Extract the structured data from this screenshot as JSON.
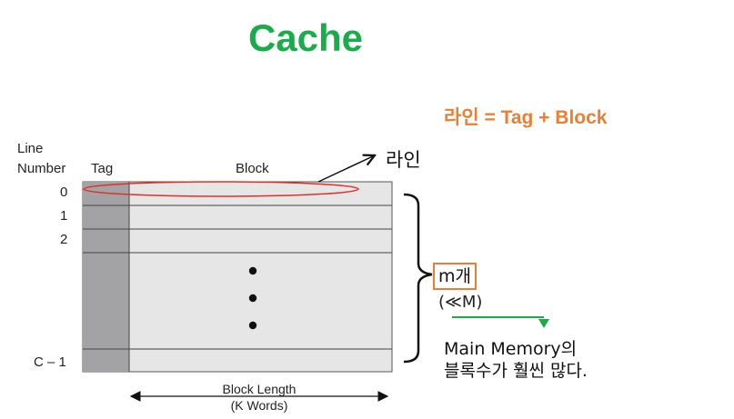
{
  "title": "Cache",
  "formula": "라인 = Tag + Block",
  "headers": {
    "line_number_1": "Line",
    "line_number_2": "Number",
    "tag": "Tag",
    "block": "Block"
  },
  "rows": [
    "0",
    "1",
    "2",
    "C – 1"
  ],
  "line_label": "라인",
  "m_count": "m개",
  "m_note": "(≪M)",
  "main_memory_note_1": "Main Memory의",
  "main_memory_note_2": "블록수가 훨씬 많다.",
  "block_length_1": "Block Length",
  "block_length_2": "(K Words)",
  "colors": {
    "title": "#1aab4b",
    "formula": "#ed7d31",
    "tag_column": "#a3a3a5",
    "block_area": "#e6e6e6",
    "highlight_ellipse": "#e0302a",
    "green_arrow": "#1aab4b",
    "m_box": "#ed7d31"
  }
}
